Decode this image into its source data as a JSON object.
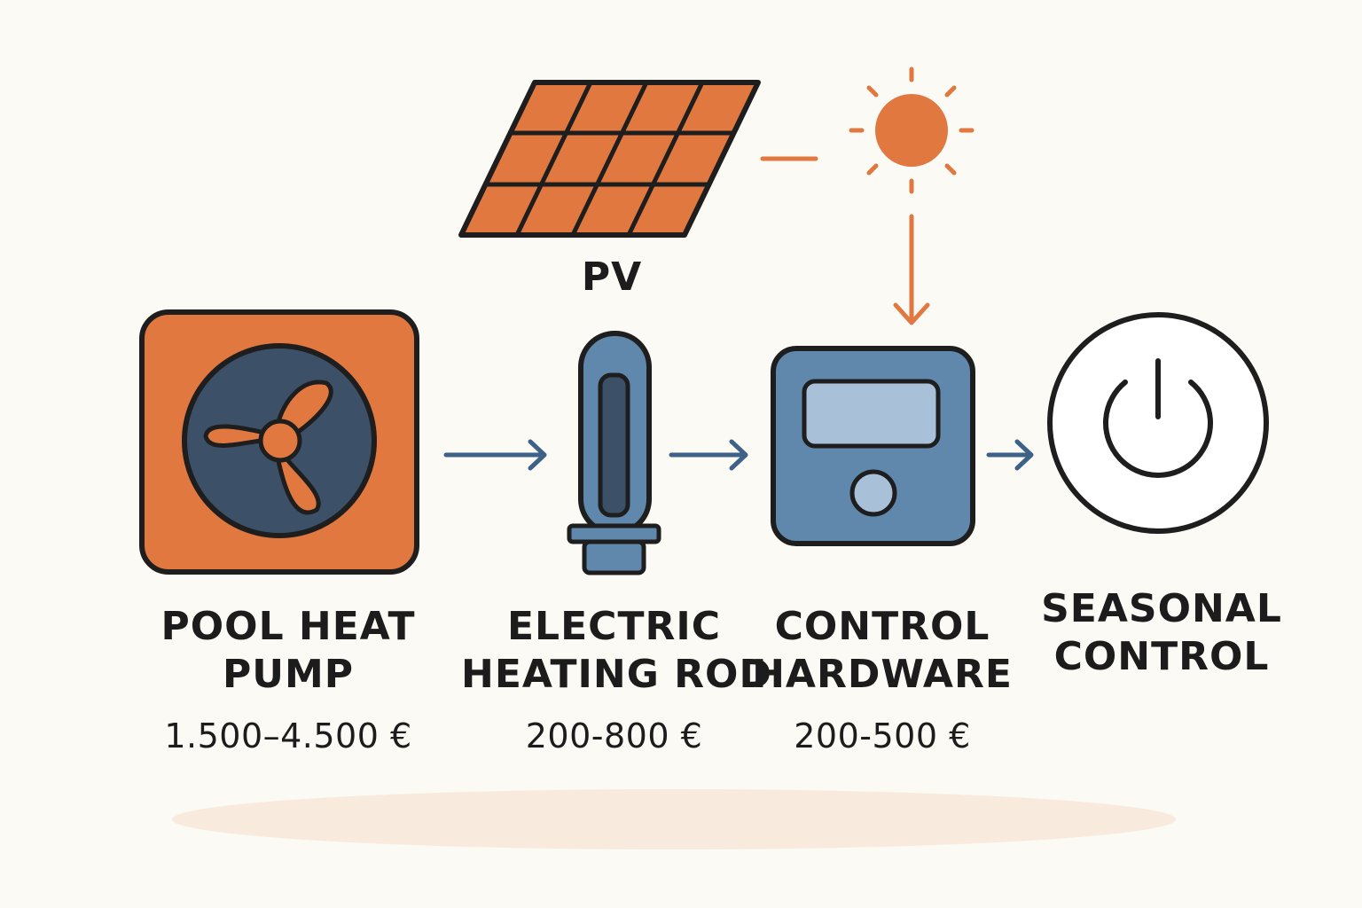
{
  "pv": {
    "label": "PV"
  },
  "steps": [
    {
      "name_lines": [
        "POOL HEAT",
        "PUMP"
      ],
      "price": "1.500–4.500 €"
    },
    {
      "name_lines": [
        "ELECTRIC",
        "HEATING ROD"
      ],
      "price": "200-800 €"
    },
    {
      "name_lines": [
        "CONTROL",
        "HARDWARE"
      ],
      "price": "200-500 €"
    },
    {
      "name_lines": [
        "SEASONAL",
        "CONTROL"
      ],
      "price": ""
    }
  ],
  "colors": {
    "orange": "#e07840",
    "navy": "#3c5068",
    "steel_blue": "#6088ac",
    "light_blue": "#a8c0d8",
    "arrow_blue": "#3d6187",
    "outline": "#1e1e1e",
    "background": "#fcfaf5",
    "shadow": "#f8ebdd"
  },
  "icons": [
    "solar-panel-icon",
    "sun-icon",
    "fan-icon",
    "heating-rod-icon",
    "controller-icon",
    "power-icon"
  ]
}
